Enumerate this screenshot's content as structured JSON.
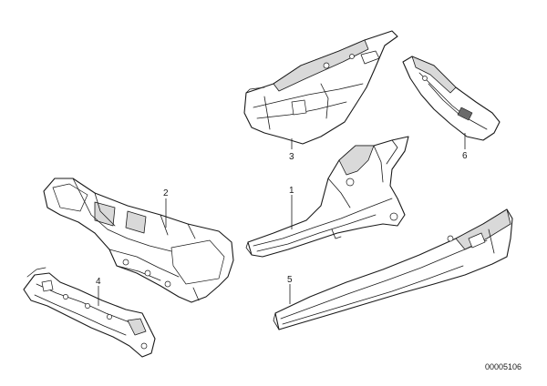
{
  "callouts": [
    {
      "id": "1",
      "label": "1"
    },
    {
      "id": "2",
      "label": "2"
    },
    {
      "id": "3",
      "label": "3"
    },
    {
      "id": "4",
      "label": "4"
    },
    {
      "id": "5",
      "label": "5"
    },
    {
      "id": "6",
      "label": "6"
    }
  ],
  "document_number": "00005106",
  "colors": {
    "line": "#1a1a1a",
    "background": "#ffffff",
    "shade": "#d9d9d9"
  }
}
